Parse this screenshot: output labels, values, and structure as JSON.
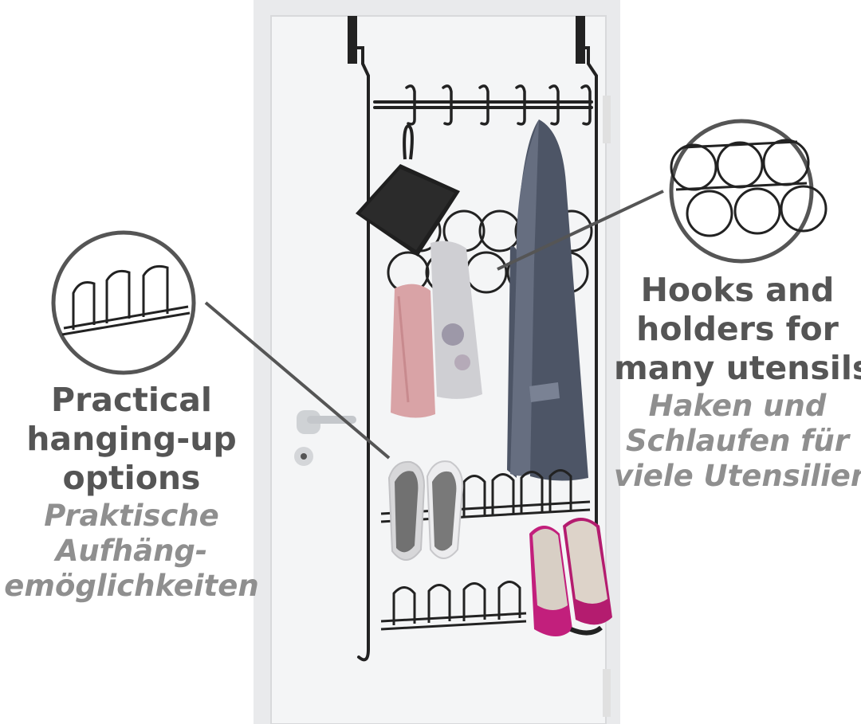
{
  "callouts": {
    "left": {
      "english": [
        "Practical",
        "hanging-up",
        "options"
      ],
      "german": [
        "Praktische",
        "Aufhäng-",
        "emöglichkeiten"
      ]
    },
    "right": {
      "english": [
        "Hooks and",
        "holders for",
        "many utensils"
      ],
      "german": [
        "Haken und",
        "Schlaufen für",
        "viele Utensilien"
      ]
    }
  },
  "colors": {
    "text_english": "#555555",
    "text_german": "#8f8f8f",
    "rack": "#222222",
    "door": "#f4f5f6",
    "callout_ring": "#555555"
  }
}
